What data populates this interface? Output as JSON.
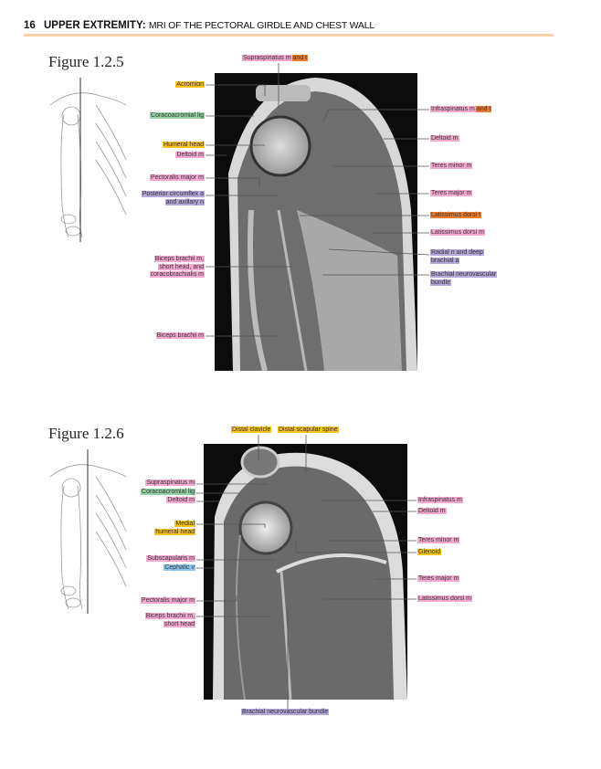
{
  "header": {
    "page_number": "16",
    "section": "UPPER EXTREMITY:",
    "subtitle": "MRI OF THE PECTORAL GIRDLE AND CHEST WALL"
  },
  "figures": [
    {
      "title": "Figure 1.2.5",
      "labels": {
        "supraspinatus_m": "Supraspinatus m",
        "supraspinatus_t": "and t",
        "acromion": "Acromion",
        "coracoacromial": "Coracoacromial lig",
        "humeral_head": "Humeral head",
        "deltoid_left": "Deltoid m",
        "pectoralis": "Pectoralis major m",
        "post_circ_1": "Posterior circumflex a",
        "post_circ_2": "and axillary n",
        "biceps_short_1": "Biceps brachii m,",
        "biceps_short_2": "short head, and",
        "biceps_short_3": "coracobrachialis m",
        "biceps": "Biceps brachii m",
        "infraspinatus_m": "Infraspinatus m",
        "infraspinatus_t": "and t",
        "deltoid_right": "Deltoid m",
        "teres_minor": "Teres minor m",
        "teres_major": "Teres major m",
        "latissimus_t": "Latissimus dorsi t",
        "latissimus_m": "Latissimus dorsi m",
        "radial_1": "Radial n and deep",
        "radial_2": "brachial a",
        "brachial_1": "Brachial neurovascular",
        "brachial_2": "bundle"
      }
    },
    {
      "title": "Figure 1.2.6",
      "labels": {
        "distal_clavicle": "Distal clavicle",
        "distal_scapular_spine": "Distal scapular spine",
        "supraspinatus": "Supraspinatus m",
        "coracoacromial": "Coracoacromial lig",
        "deltoid_left": "Deltoid m",
        "medial_1": "Medial",
        "medial_2": "humeral head",
        "subscapularis": "Subscapularis m",
        "cephalic": "Cephalic v",
        "pectoralis": "Pectoralis major m",
        "biceps_1": "Biceps brachii m,",
        "biceps_2": "short head",
        "infraspinatus": "Infraspinatus m",
        "deltoid_right": "Deltoid m",
        "teres_minor": "Teres minor m",
        "glenoid": "Glenoid",
        "teres_major": "Teres major m",
        "latissimus": "Latissimus dorsi m",
        "brachial": "Brachial neurovascular bundle"
      }
    }
  ],
  "colors": {
    "muscle": "#f6a8d2",
    "bone": "#f9c21d",
    "ligament": "#93d3a2",
    "neurovascular": "#b7a6dc",
    "tendon": "#f07b2c",
    "vein": "#8ec6ef",
    "header_rule": "#f8cfa6"
  }
}
